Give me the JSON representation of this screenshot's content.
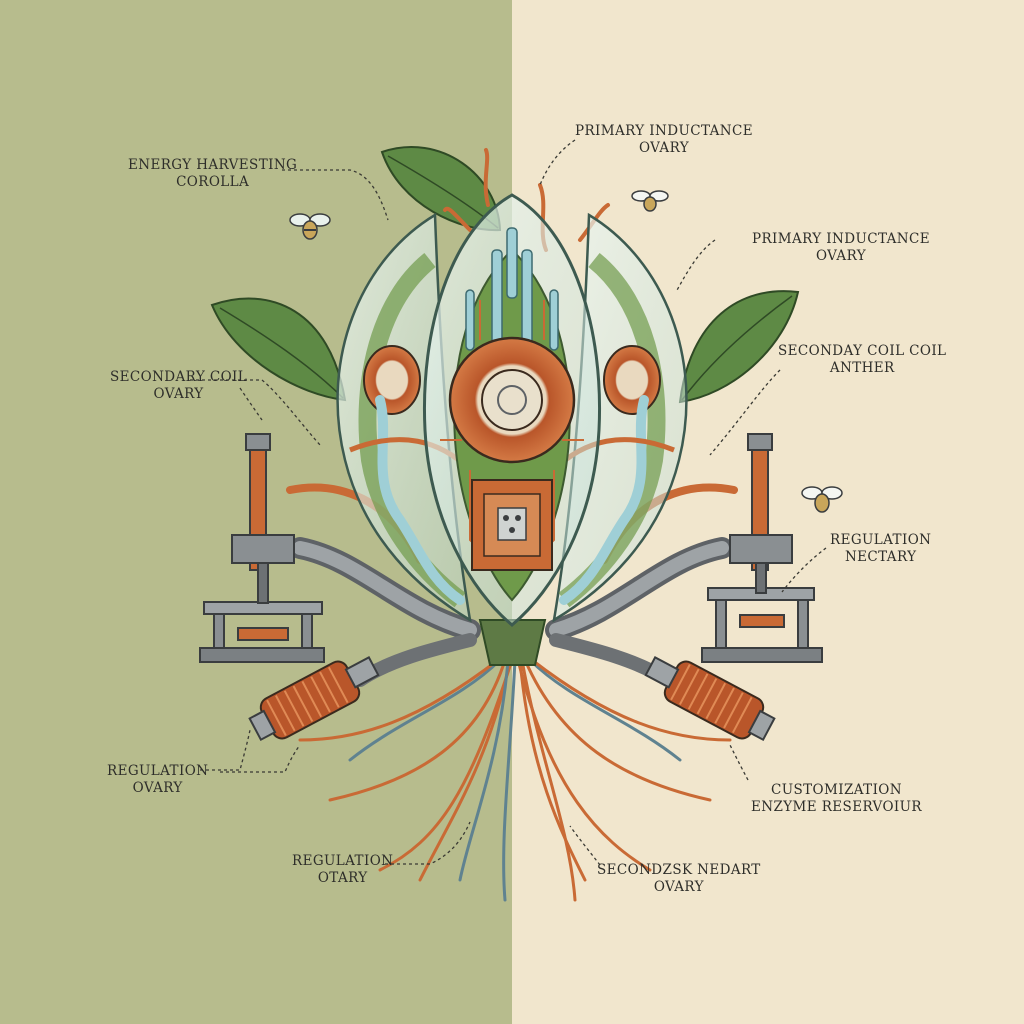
{
  "colors": {
    "left_background": "#b7bc8d",
    "right_background": "#f1e6cd",
    "copper": "#c96a35",
    "leaf": "#5e8a45",
    "circuit": "#6f9a4a",
    "glass": "#d8ece6",
    "tube": "#9fcfd6",
    "steel": "#8a8f92"
  },
  "labels": {
    "energy_corolla": [
      "ENERGY HARVESTING",
      "COROLLA"
    ],
    "primary_top": [
      "PRIMARY INDUCTANCE",
      "OVARY"
    ],
    "primary_right": [
      "PRIMARY INDUCTANCE",
      "OVARY"
    ],
    "secondary_coil_ovary": [
      "SECONDARY COIL",
      "OVARY"
    ],
    "secondary_coil_anther": [
      "SECONDAY COIL COIL",
      "ANTHER"
    ],
    "regulation_nectary": [
      "REGULATION",
      "NECTARY"
    ],
    "regulation_ovary": [
      "REGULATION",
      "OVARY"
    ],
    "customization": [
      "CUSTOMIZATION",
      "ENZYME RESERVOIUR"
    ],
    "regulation_otary": [
      "REGULATION",
      "OTARY"
    ],
    "secondary_nedart": [
      "SECONDZSK NEDART",
      "OVARY"
    ]
  },
  "icons": [
    "bee-icon",
    "toroidal-coil",
    "press-machine",
    "solenoid-coil"
  ]
}
